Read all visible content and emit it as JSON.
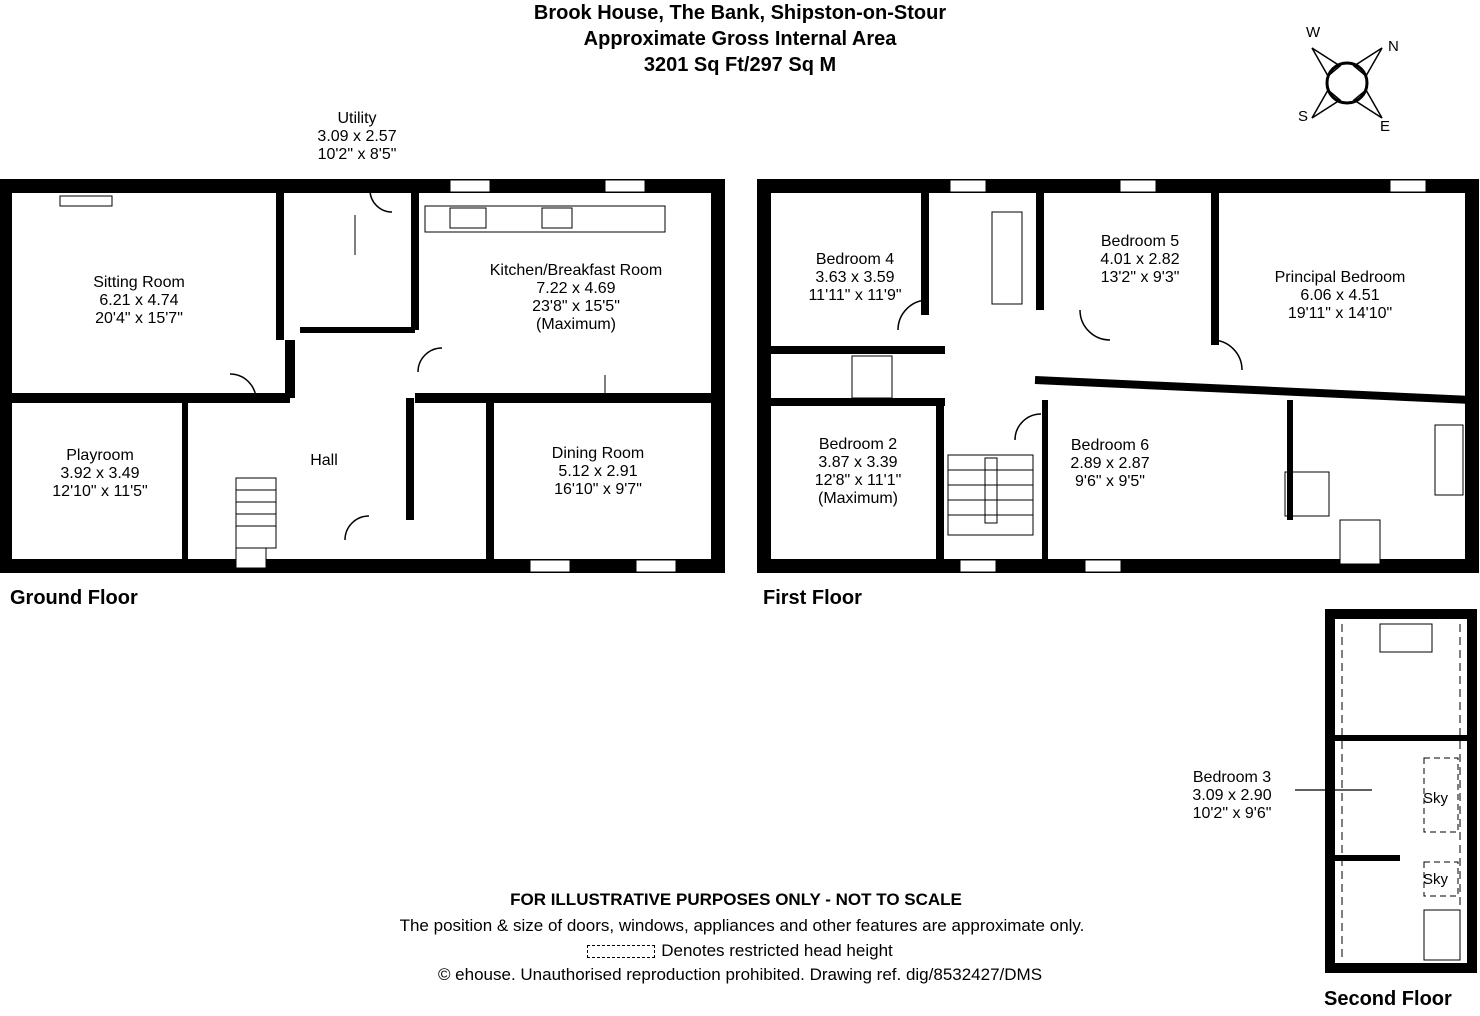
{
  "header": {
    "address": "Brook House, The Bank, Shipston-on-Stour",
    "area_label": "Approximate Gross Internal Area",
    "area_value": "3201 Sq Ft/297 Sq M"
  },
  "compass": {
    "n": "N",
    "e": "E",
    "s": "S",
    "w": "W"
  },
  "floors": {
    "ground": {
      "title": "Ground Floor",
      "rooms": {
        "utility": {
          "name": "Utility",
          "metric": "3.09 x 2.57",
          "imperial": "10'2\" x 8'5\""
        },
        "sitting": {
          "name": "Sitting Room",
          "metric": "6.21 x 4.74",
          "imperial": "20'4\" x 15'7\""
        },
        "kitchen": {
          "name": "Kitchen/Breakfast Room",
          "metric": "7.22 x 4.69",
          "imperial": "23'8\" x 15'5\"",
          "note": "(Maximum)"
        },
        "playroom": {
          "name": "Playroom",
          "metric": "3.92 x 3.49",
          "imperial": "12'10\" x 11'5\""
        },
        "hall": {
          "name": "Hall"
        },
        "dining": {
          "name": "Dining Room",
          "metric": "5.12 x 2.91",
          "imperial": "16'10\" x 9'7\""
        }
      }
    },
    "first": {
      "title": "First Floor",
      "rooms": {
        "bed4": {
          "name": "Bedroom 4",
          "metric": "3.63 x 3.59",
          "imperial": "11'11\" x 11'9\""
        },
        "bed5": {
          "name": "Bedroom 5",
          "metric": "4.01 x 2.82",
          "imperial": "13'2\" x 9'3\""
        },
        "principal": {
          "name": "Principal Bedroom",
          "metric": "6.06 x 4.51",
          "imperial": "19'11\" x 14'10\""
        },
        "bed2": {
          "name": "Bedroom 2",
          "metric": "3.87 x 3.39",
          "imperial": "12'8\" x 11'1\"",
          "note": "(Maximum)"
        },
        "bed6": {
          "name": "Bedroom 6",
          "metric": "2.89 x 2.87",
          "imperial": "9'6\" x 9'5\""
        }
      }
    },
    "second": {
      "title": "Second Floor",
      "rooms": {
        "bed3": {
          "name": "Bedroom 3",
          "metric": "3.09 x 2.90",
          "imperial": "10'2\" x 9'6\""
        }
      },
      "sky_label": "Sky"
    }
  },
  "notes": {
    "disclaimer": "FOR ILLUSTRATIVE PURPOSES ONLY - NOT TO SCALE",
    "approx": "The position & size of doors, windows, appliances and other features are approximate only.",
    "restricted": "Denotes restricted head height",
    "copyright": "© ehouse. Unauthorised reproduction prohibited. Drawing ref. dig/8532427/DMS"
  }
}
